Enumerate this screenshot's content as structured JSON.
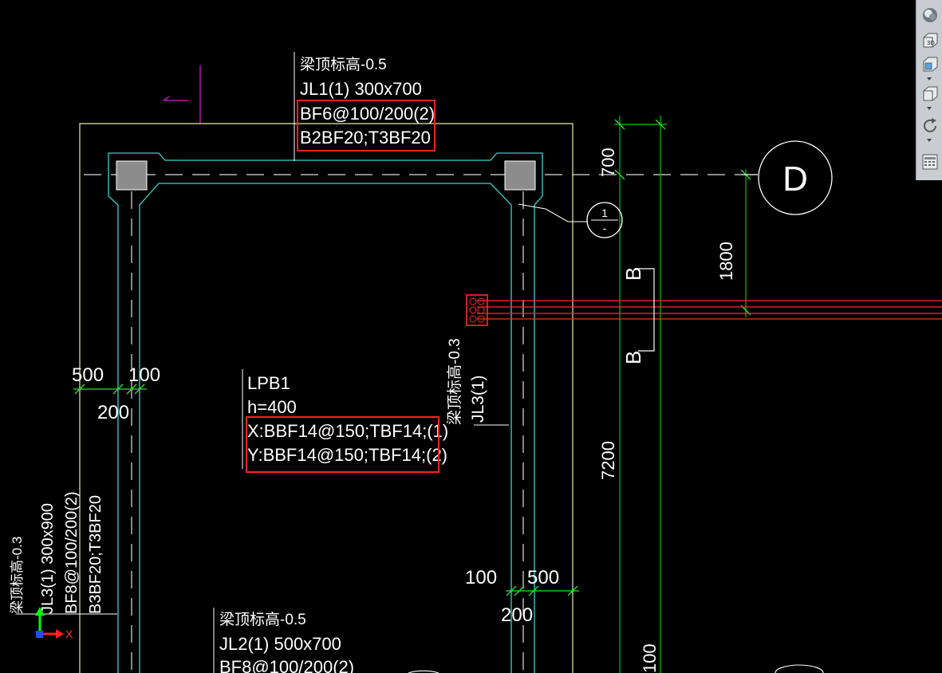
{
  "colors": {
    "background": "#000000",
    "beam_outline": "#e8e8b0",
    "beam_center": "#35d3d3",
    "axis_line": "#00c800",
    "dimension": "#2de32d",
    "highlight_box": "#ff2020",
    "pipe": "#ff2a2a",
    "column_fill": "#8c8c8c",
    "leader": "#d020d0"
  },
  "beam_top": {
    "elev_label": "梁顶标高-0.5",
    "name": "JL1(1) 300x700",
    "stirrup": "BF6@100/200(2)",
    "rebar": "B2BF20;T3BF20"
  },
  "slab": {
    "name": "LPB1",
    "thickness": "h=400",
    "x_rebar": "X:BBF14@150;TBF14;(1)",
    "y_rebar": "Y:BBF14@150;TBF14;(2)"
  },
  "beam_right": {
    "elev_label": "梁顶标高-0.3",
    "name": "JL3(1)"
  },
  "beam_left": {
    "elev_label": "梁顶标高-0.3",
    "name": "JL3(1) 300x900",
    "stirrup": "BF8@100/200(2)",
    "rebar": "B3BF20;T3BF20"
  },
  "beam_bottom": {
    "elev_label": "梁顶标高-0.5",
    "name": "JL2(1) 500x700",
    "stirrup": "BF8@100/200(2)"
  },
  "dims_left": {
    "a": "500",
    "b": "100",
    "c": "200"
  },
  "dims_right": {
    "a": "100",
    "b": "500",
    "c": "200"
  },
  "dims_vertical": {
    "d700": "700",
    "d1800": "1800",
    "d7200": "7200",
    "d100": "100"
  },
  "axis_bubble": "D",
  "detail_bubble": {
    "top": "1",
    "bottom": "-"
  },
  "section_marks": {
    "top": "B",
    "bottom": "B"
  },
  "ucs": {
    "x_label": "X"
  },
  "nav_panel": {
    "icons": [
      "steering-wheel-icon",
      "view-3d-icon",
      "view-box-icon",
      "view-box-icon",
      "orbit-icon",
      "viewcube-settings-icon"
    ]
  }
}
